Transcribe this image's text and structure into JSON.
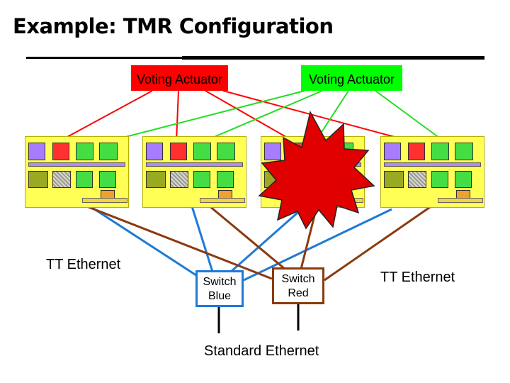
{
  "title": "Example:  TMR Configuration",
  "actuators": {
    "left": "Voting Actuator",
    "right": "Voting  Actuator"
  },
  "labels": {
    "tt_ethernet_left": "TT Ethernet",
    "tt_ethernet_right": "TT Ethernet",
    "switch_blue": "Switch Blue",
    "switch_red": "Switch Red",
    "standard_ethernet": "Standard Ethernet"
  },
  "modules": [
    {
      "id": "computer-1"
    },
    {
      "id": "computer-2"
    },
    {
      "id": "computer-3",
      "failed": true
    },
    {
      "id": "computer-4"
    }
  ],
  "colors": {
    "voting_red": "#ff0000",
    "voting_green": "#00ff00",
    "network_blue": "#1e7bd6",
    "network_brown": "#8b3a0e",
    "failure_burst": "#e00000",
    "module_fill": "#ffff55"
  }
}
